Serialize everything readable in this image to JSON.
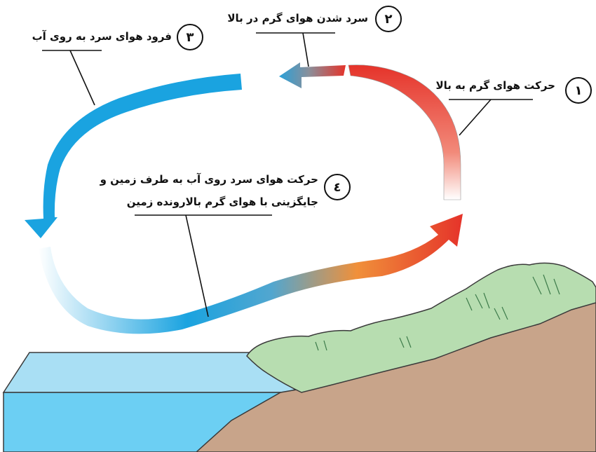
{
  "labels": [
    {
      "id": "1",
      "number": "١",
      "text": "حرکت هوای گرم به بالا"
    },
    {
      "id": "2",
      "number": "٢",
      "text": "سرد شدن هوای گرم در بالا"
    },
    {
      "id": "3",
      "number": "٣",
      "text": "فرود هوای سرد به روی آب"
    },
    {
      "id": "4",
      "number": "٤",
      "line1": "حرکت هوای سرد  روی آب به طرف زمین و",
      "line2": "جایگزینی با هوای گرم بالارونده زمین"
    }
  ],
  "colors": {
    "warm": "#e5332a",
    "cool": "#1aa3e0",
    "water_top": "#a9dff4",
    "water_front": "#6ccff3",
    "land": "#c8a48a",
    "vegetation": "#b7ddb0"
  }
}
